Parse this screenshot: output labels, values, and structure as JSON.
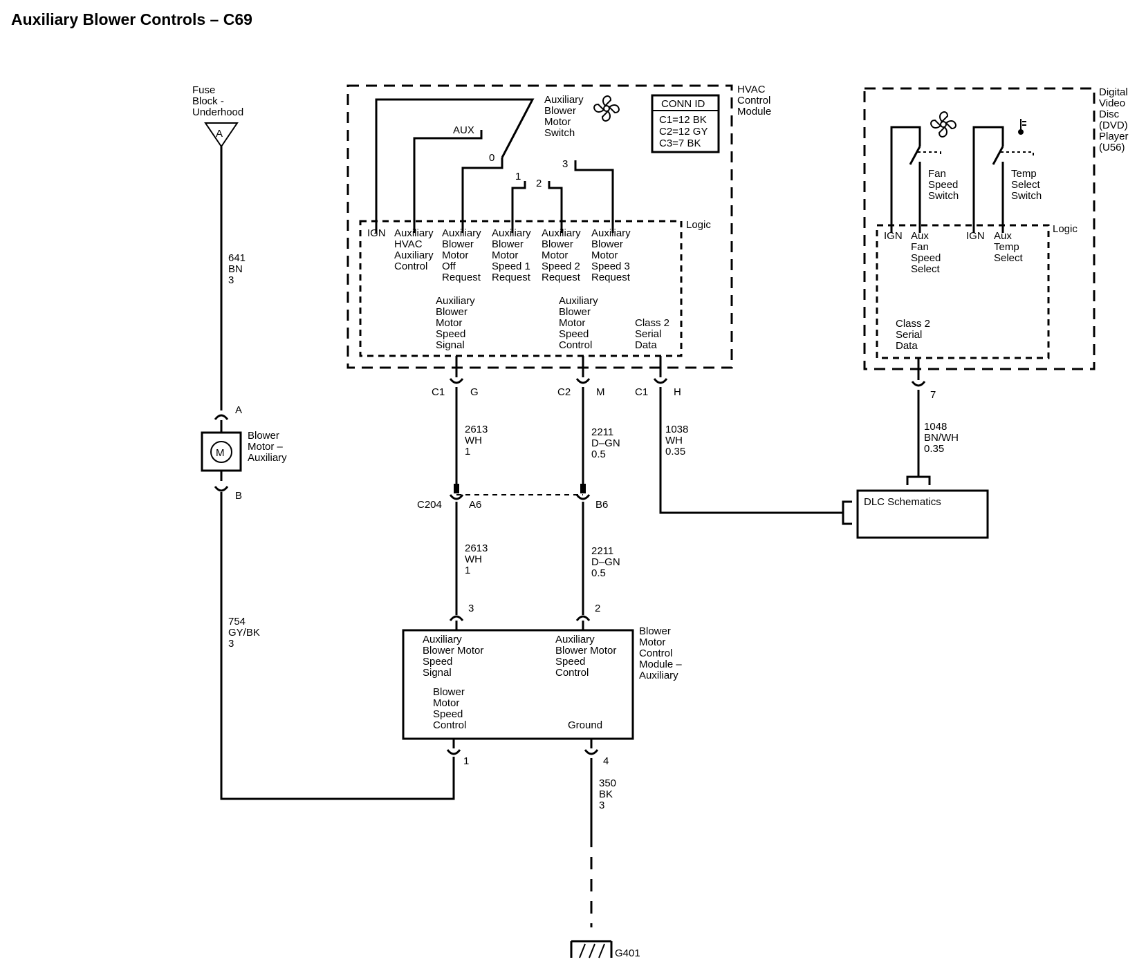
{
  "title": "Auxiliary Blower Controls – C69",
  "fuse": {
    "label": [
      "Fuse",
      "Block -",
      "Underhood"
    ],
    "letter": "A"
  },
  "wire_641": [
    "641",
    "BN",
    "3"
  ],
  "blower_motor": {
    "pin_a": "A",
    "pin_b": "B",
    "symbol": "M",
    "label": [
      "Blower",
      "Motor –",
      "Auxiliary"
    ]
  },
  "wire_754": [
    "754",
    "GY/BK",
    "3"
  ],
  "hvac": {
    "name": [
      "HVAC",
      "Control",
      "Module"
    ],
    "conn_id": {
      "header": "CONN ID",
      "lines": [
        "C1=12 BK",
        "C2=12 GY",
        "C3=7 BK"
      ]
    },
    "switch_label": [
      "Auxiliary",
      "Blower",
      "Motor",
      "Switch"
    ],
    "aux": "AUX",
    "positions": [
      "0",
      "1",
      "2",
      "3"
    ],
    "logic": "Logic",
    "ign": "IGN",
    "inputs": [
      [
        "Auxiliary",
        "HVAC",
        "Auxiliary",
        "Control"
      ],
      [
        "Auxiliary",
        "Blower",
        "Motor",
        "Off",
        "Request"
      ],
      [
        "Auxiliary",
        "Blower",
        "Motor",
        "Speed 1",
        "Request"
      ],
      [
        "Auxiliary",
        "Blower",
        "Motor",
        "Speed 2",
        "Request"
      ],
      [
        "Auxiliary",
        "Blower",
        "Motor",
        "Speed 3",
        "Request"
      ]
    ],
    "outputs": [
      [
        "Auxiliary",
        "Blower",
        "Motor",
        "Speed",
        "Signal"
      ],
      [
        "Auxiliary",
        "Blower",
        "Motor",
        "Speed",
        "Control"
      ],
      [
        "Class 2",
        "Serial",
        "Data"
      ]
    ]
  },
  "connectors": {
    "c1g": {
      "conn": "C1",
      "pin": "G"
    },
    "c2m": {
      "conn": "C2",
      "pin": "M"
    },
    "c1h": {
      "conn": "C1",
      "pin": "H"
    },
    "c204": {
      "name": "C204",
      "a": "A6",
      "b": "B6"
    }
  },
  "wire_2613": [
    "2613",
    "WH",
    "1"
  ],
  "wire_2211": [
    "2211",
    "D–GN",
    "0.5"
  ],
  "wire_1038": [
    "1038",
    "WH",
    "0.35"
  ],
  "wire_1048": [
    "1048",
    "BN/WH",
    "0.35"
  ],
  "dvd": {
    "name": [
      "Digital",
      "Video",
      "Disc",
      "(DVD)",
      "Player",
      "(U56)"
    ],
    "fan_switch": [
      "Fan",
      "Speed",
      "Switch"
    ],
    "temp_switch": [
      "Temp",
      "Select",
      "Switch"
    ],
    "logic": "Logic",
    "ign": "IGN",
    "aux_fan": [
      "Aux",
      "Fan",
      "Speed",
      "Select"
    ],
    "aux_temp": [
      "Aux",
      "Temp",
      "Select"
    ],
    "class2": [
      "Class 2",
      "Serial",
      "Data"
    ],
    "pin": "7"
  },
  "dlc": "DLC Schematics",
  "bmcm": {
    "name": [
      "Blower",
      "Motor",
      "Control",
      "Module –",
      "Auxiliary"
    ],
    "in_signal": [
      "Auxiliary",
      "Blower Motor",
      "Speed",
      "Signal"
    ],
    "in_control": [
      "Auxiliary",
      "Blower Motor",
      "Speed",
      "Control"
    ],
    "speed_control": [
      "Blower",
      "Motor",
      "Speed",
      "Control"
    ],
    "ground": "Ground",
    "pins": {
      "p3": "3",
      "p2": "2",
      "p1": "1",
      "p4": "4"
    }
  },
  "wire_350": [
    "350",
    "BK",
    "3"
  ],
  "ground_id": "G401"
}
